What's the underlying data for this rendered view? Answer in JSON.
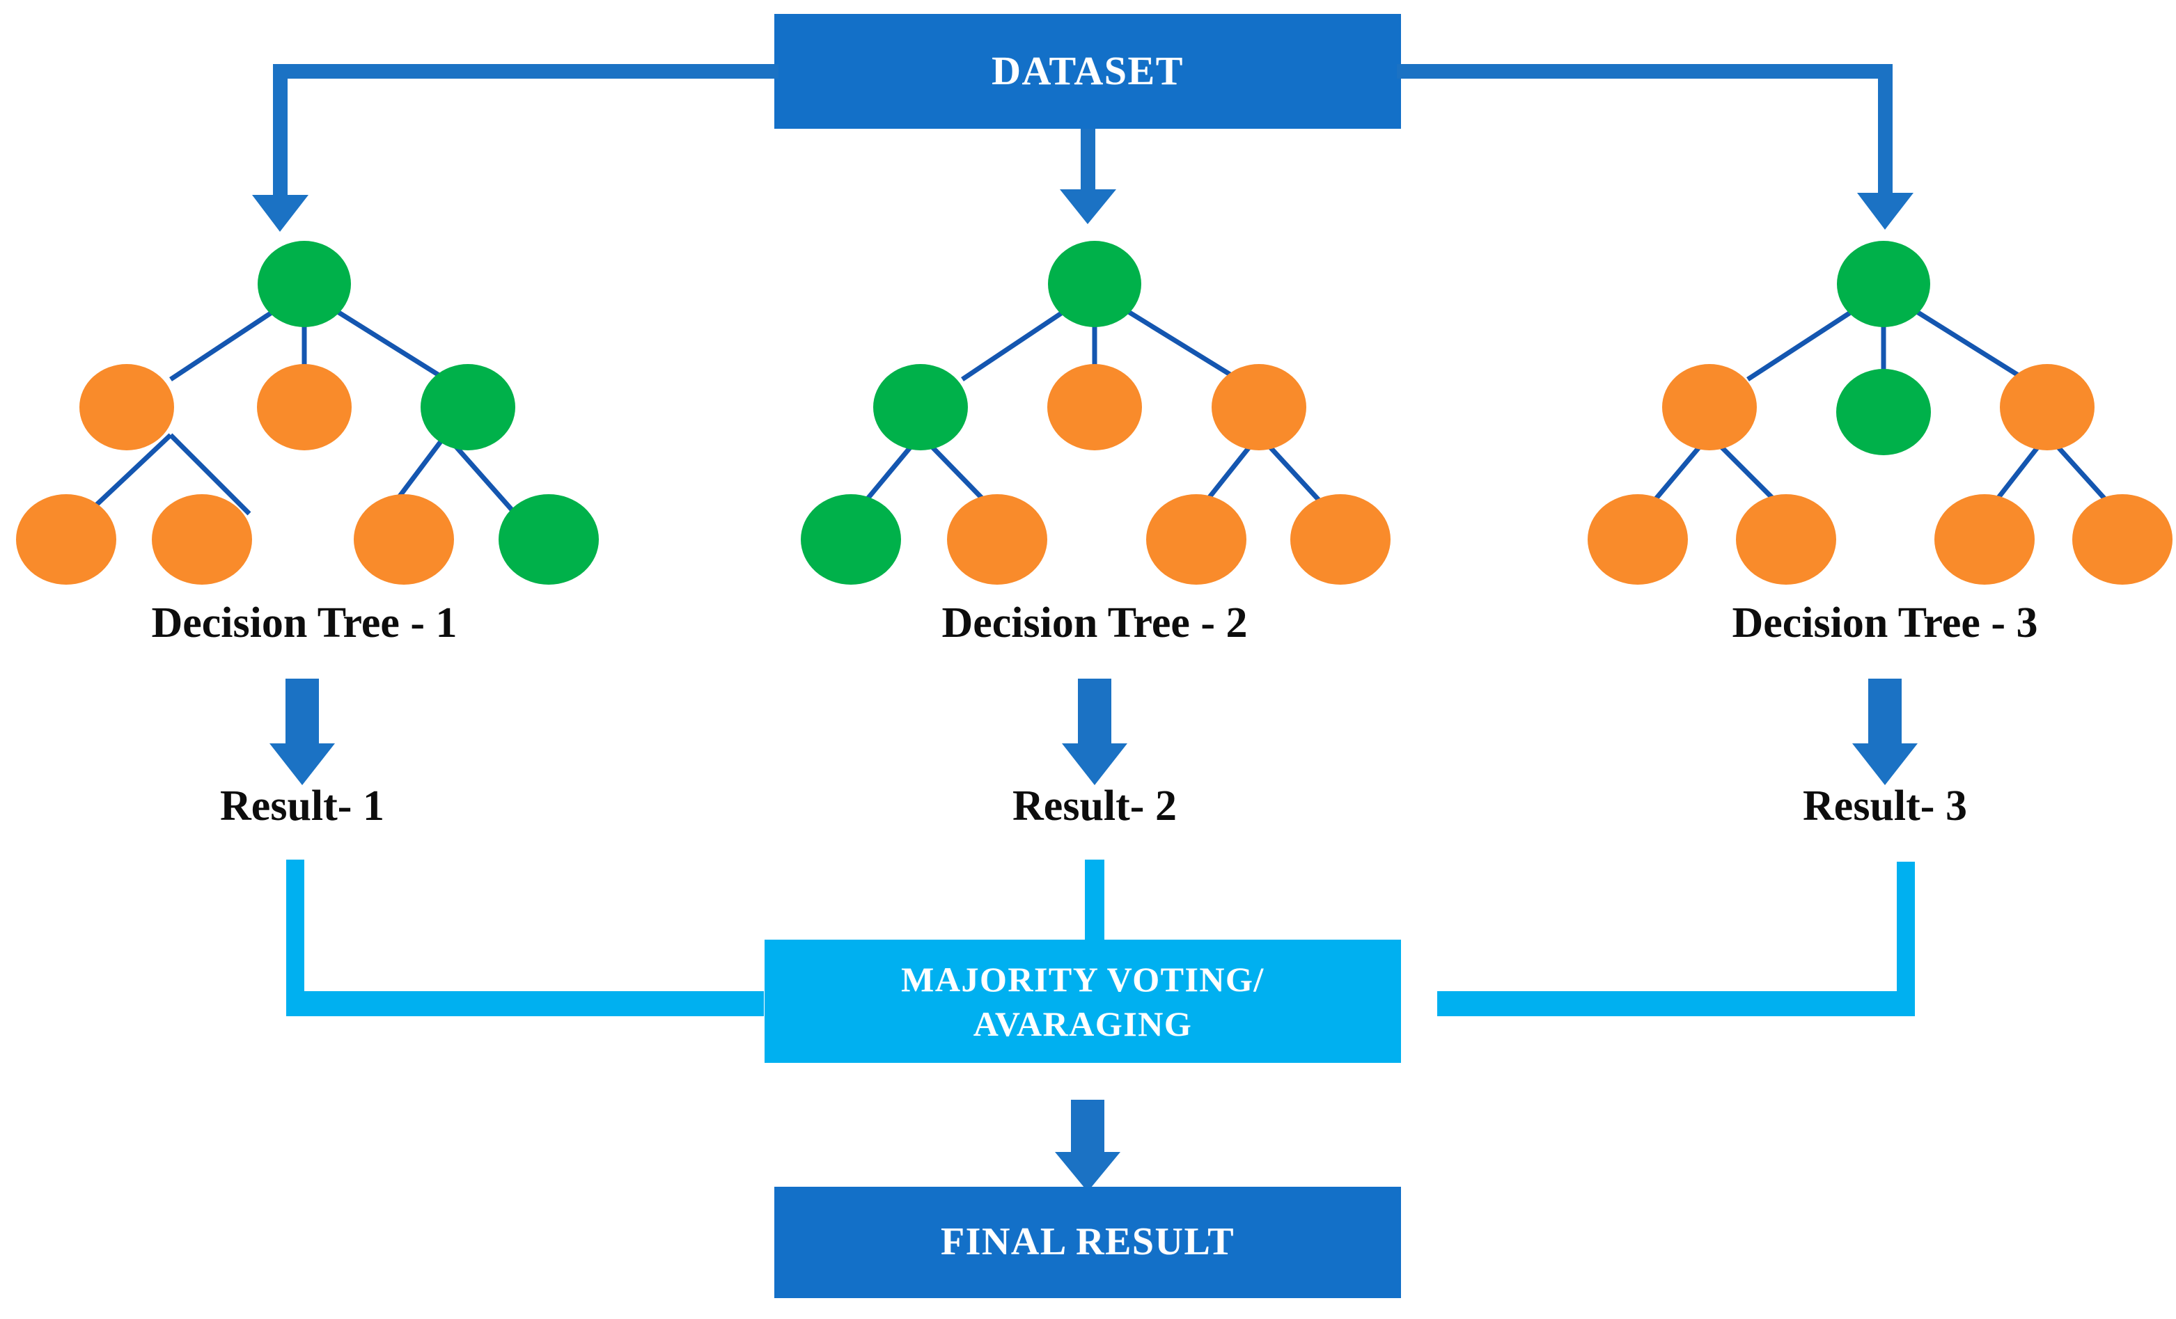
{
  "diagram": {
    "title": "Random Forest ensemble flow",
    "colors": {
      "dark_blue": "#1370C8",
      "arrow_blue": "#1B72C4",
      "cyan": "#00B0F0",
      "node_green": "#00B14A",
      "node_orange": "#F98B2B",
      "edge_blue": "#1456B0",
      "text_dark": "#0D0D0D",
      "text_light": "#FFFFFF",
      "background": "#FFFFFF"
    },
    "dataset_box": {
      "label": "DATASET",
      "fill": "#1370C8",
      "text_color": "#FFFFFF"
    },
    "voting_box": {
      "line1": "MAJORITY VOTING/",
      "line2": "AVARAGING",
      "fill": "#00B0F0",
      "text_color": "#FFFFFF"
    },
    "final_box": {
      "label": "FINAL RESULT",
      "fill": "#1370C8",
      "text_color": "#FFFFFF"
    },
    "trees": [
      {
        "caption": "Decision Tree - 1",
        "result": "Result- 1",
        "nodes": {
          "root": "green",
          "level2": [
            "orange",
            "orange",
            "green"
          ],
          "level3": [
            "orange",
            "orange",
            "orange",
            "green"
          ]
        }
      },
      {
        "caption": "Decision Tree - 2",
        "result": "Result- 2",
        "nodes": {
          "root": "green",
          "level2": [
            "green",
            "orange",
            "orange"
          ],
          "level3": [
            "green",
            "orange",
            "orange",
            "orange"
          ]
        }
      },
      {
        "caption": "Decision Tree - 3",
        "result": "Result- 3",
        "nodes": {
          "root": "green",
          "level2": [
            "orange",
            "green",
            "orange"
          ],
          "level3": [
            "orange",
            "orange",
            "orange",
            "orange"
          ]
        }
      }
    ],
    "arrows": {
      "dataset_to_tree1": "down-arrow",
      "dataset_to_tree2": "down-arrow",
      "dataset_to_tree3": "down-arrow",
      "tree1_to_result1": "down-arrow",
      "tree2_to_result2": "down-arrow",
      "tree3_to_result3": "down-arrow",
      "result1_to_voting": "right-arrow",
      "result2_to_voting": "down-arrow",
      "result3_to_voting": "left-arrow",
      "voting_to_final": "down-arrow"
    }
  }
}
